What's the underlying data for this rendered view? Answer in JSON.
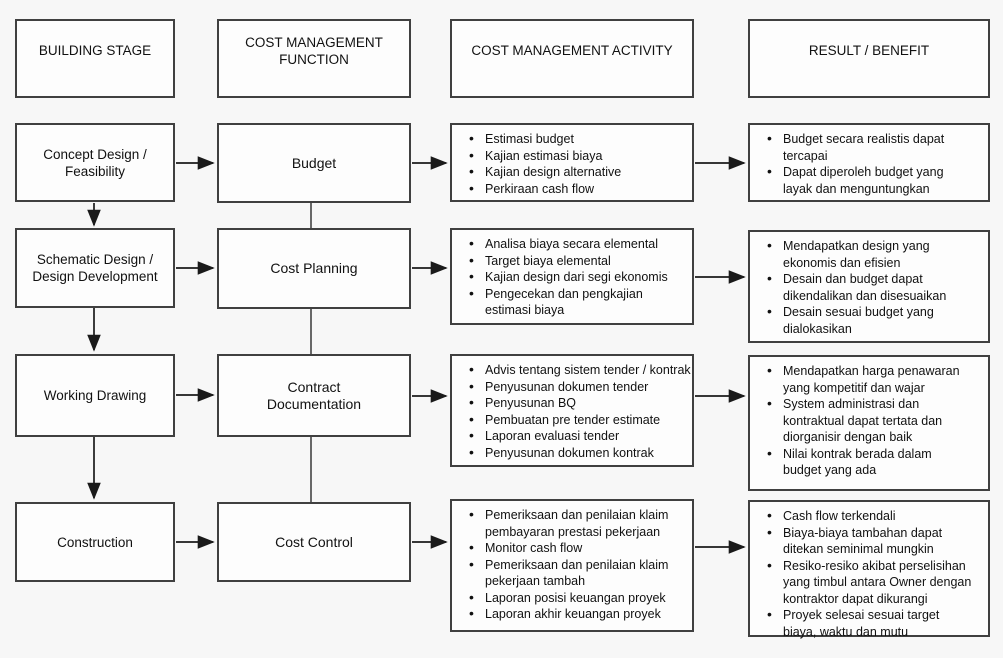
{
  "colors": {
    "background": "#f7f7f7",
    "box_background": "#fdfdfd",
    "box_border": "#404040",
    "text": "#111111",
    "arrow": "#1a1a1a",
    "plain_line": "#4f4f4f"
  },
  "headers": [
    {
      "label": "BUILDING STAGE"
    },
    {
      "label": "COST MANAGEMENT\nFUNCTION"
    },
    {
      "label": "COST MANAGEMENT ACTIVITY"
    },
    {
      "label": "RESULT / BENEFIT"
    }
  ],
  "rows": [
    {
      "stage": "Concept Design /\nFeasibility",
      "function": "Budget",
      "activities": [
        "Estimasi budget",
        "Kajian estimasi biaya",
        "Kajian design alternative",
        "Perkiraan cash flow"
      ],
      "results": [
        "Budget secara realistis dapat\ntercapai",
        "Dapat diperoleh budget yang\nlayak dan menguntungkan"
      ]
    },
    {
      "stage": "Schematic Design /\nDesign Development",
      "function": "Cost Planning",
      "activities": [
        "Analisa biaya secara elemental",
        "Target biaya elemental",
        "Kajian design dari segi ekonomis",
        "Pengecekan dan pengkajian\nestimasi biaya"
      ],
      "results": [
        "Mendapatkan design yang\nekonomis dan efisien",
        "Desain dan budget dapat\ndikendalikan dan disesuaikan",
        "Desain sesuai budget yang\ndialokasikan"
      ]
    },
    {
      "stage": "Working Drawing",
      "function": "Contract\nDocumentation",
      "activities": [
        "Advis tentang sistem tender / kontrak",
        "Penyusunan dokumen tender",
        "Penyusunan BQ",
        "Pembuatan pre tender estimate",
        "Laporan evaluasi tender",
        "Penyusunan dokumen kontrak"
      ],
      "results": [
        "Mendapatkan harga penawaran\nyang kompetitif dan wajar",
        "System administrasi dan\nkontraktual dapat tertata dan\ndiorganisir dengan baik",
        "Nilai kontrak berada dalam\nbudget yang ada"
      ]
    },
    {
      "stage": "Construction",
      "function": "Cost Control",
      "activities": [
        "Pemeriksaan dan penilaian klaim\npembayaran prestasi pekerjaan",
        "Monitor cash flow",
        "Pemeriksaan dan penilaian klaim\npekerjaan tambah",
        "Laporan posisi keuangan proyek",
        "Laporan akhir keuangan proyek"
      ],
      "results": [
        "Cash flow terkendali",
        "Biaya-biaya tambahan dapat\nditekan seminimal mungkin",
        "Resiko-resiko akibat perselisihan\nyang timbul antara Owner dengan\nkontraktor dapat dikurangi",
        "Proyek selesai sesuai target\nbiaya, waktu dan mutu"
      ]
    }
  ]
}
